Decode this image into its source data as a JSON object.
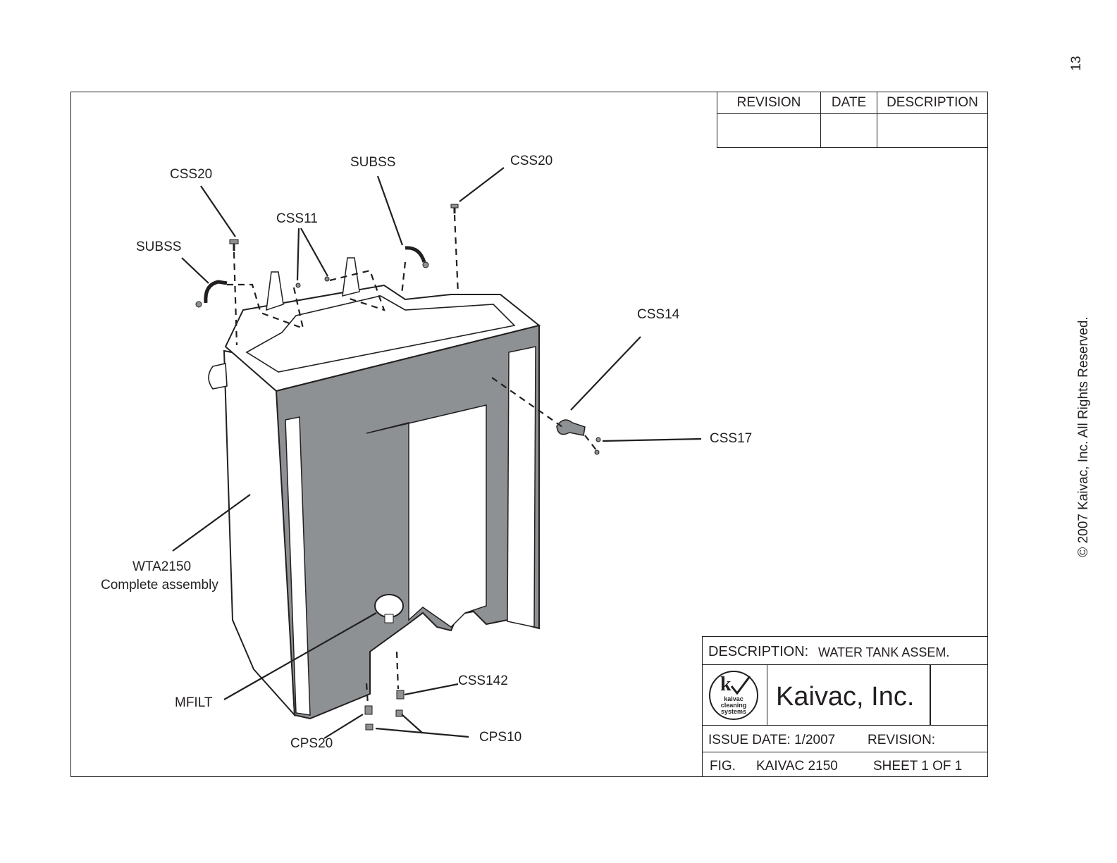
{
  "page": {
    "number": "13",
    "copyright": "© 2007 Kaivac, Inc. All Rights Reserved."
  },
  "revision_table": {
    "headers": [
      "REVISION",
      "DATE",
      "DESCRIPTION"
    ]
  },
  "title_block": {
    "description_label": "DESCRIPTION:",
    "description_value": "WATER TANK ASSEM.",
    "company": "Kaivac, Inc.",
    "logo_text": [
      "kaivac",
      "cleaning",
      "systems"
    ],
    "issue_date": "ISSUE DATE: 1/2007",
    "revision": "REVISION:",
    "fig": "FIG.",
    "model": "KAIVAC 2150",
    "sheet": "SHEET 1 OF 1"
  },
  "callouts": {
    "css20_left": "CSS20",
    "subss_top": "SUBSS",
    "css20_right": "CSS20",
    "css11": "CSS11",
    "subss_left": "SUBSS",
    "css14": "CSS14",
    "css17": "CSS17",
    "wta2150": "WTA2150",
    "wta2150_desc": "Complete assembly",
    "css142": "CSS142",
    "mfilt": "MFILT",
    "cps10": "CPS10",
    "cps20": "CPS20"
  },
  "colors": {
    "ink": "#231f20",
    "tank_shade": "#8e9194",
    "tank_light": "#ffffff"
  }
}
